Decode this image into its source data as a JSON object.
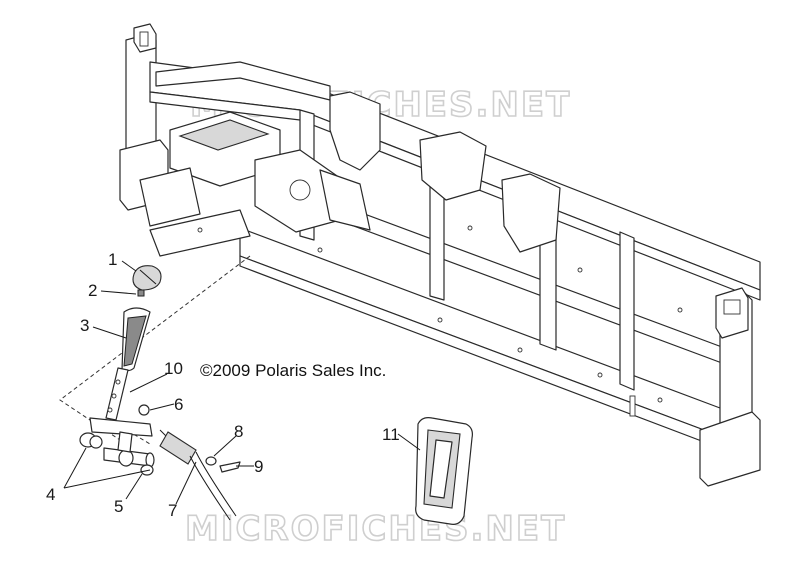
{
  "copyright": "©2009 Polaris Sales Inc.",
  "watermark_top": "MICROFICHES.NET",
  "watermark_bottom": "MICROFICHES.NET",
  "callouts": [
    "1",
    "2",
    "3",
    "4",
    "5",
    "6",
    "7",
    "8",
    "9",
    "10",
    "11"
  ]
}
